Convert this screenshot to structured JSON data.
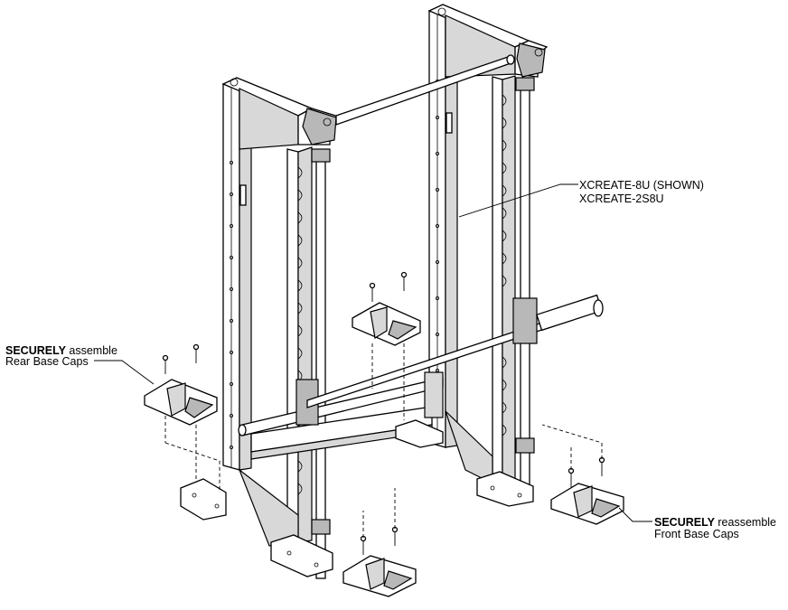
{
  "labels": {
    "model": {
      "line1": "XCREATE-8U (SHOWN)",
      "line2": "XCREATE-2S8U"
    },
    "rear_caps": {
      "emphasis": "SECURELY",
      "line1_rest": " assemble",
      "line2": "Rear Base Caps"
    },
    "front_caps": {
      "emphasis": "SECURELY",
      "line1_rest": " reassemble",
      "line2": "Front Base Caps"
    }
  }
}
